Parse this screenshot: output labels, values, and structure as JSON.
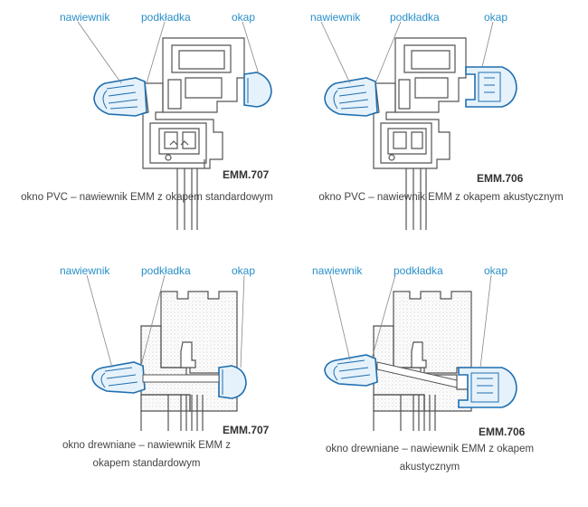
{
  "panels": [
    {
      "labels": {
        "vent": "nawiewnik",
        "pad": "podkładka",
        "hood": "okap"
      },
      "model": "EMM.707",
      "caption": "okno PVC – nawiewnik EMM z okapem standardowym"
    },
    {
      "labels": {
        "vent": "nawiewnik",
        "pad": "podkładka",
        "hood": "okap"
      },
      "model": "EMM.706",
      "caption": "okno PVC – nawiewnik EMM z okapem akustycznym"
    },
    {
      "labels": {
        "vent": "nawiewnik",
        "pad": "podkładka",
        "hood": "okap"
      },
      "model": "EMM.707",
      "caption": "okno drewniane – nawiewnik EMM z okapem standardowym"
    },
    {
      "labels": {
        "vent": "nawiewnik",
        "pad": "podkładka",
        "hood": "okap"
      },
      "model": "EMM.706",
      "caption": "okno drewniane – nawiewnik EMM z okapem akustycznym"
    }
  ],
  "colors": {
    "label": "#2a8fc9",
    "vent_stroke": "#1f6fb0",
    "vent_fill": "#e6f2fb",
    "profile": "#555555",
    "wood": "#dddddd"
  }
}
